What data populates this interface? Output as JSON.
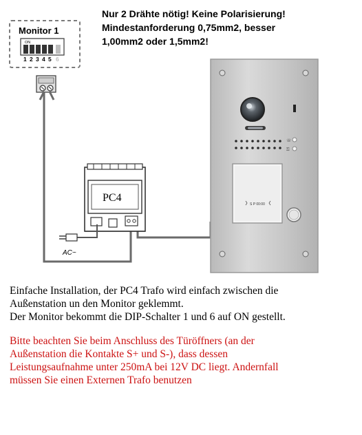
{
  "headline": {
    "line1": "Nur 2 Drähte nötig! Keine Polarisierung!",
    "line2": "Mindestanforderung 0,75mm2, besser",
    "line3": "1,00mm2 oder 1,5mm2!"
  },
  "monitor": {
    "title": "Monitor 1",
    "dip_on_label": "ON",
    "dip_numbers": [
      "1",
      "2",
      "3",
      "4",
      "5",
      "6"
    ]
  },
  "pc4": {
    "label": "PC4"
  },
  "ac_label": "AC~",
  "panel": {
    "nameplate_label": "S P 00:00"
  },
  "instructions": {
    "line1": "Einfache Installation, der PC4 Trafo wird einfach zwischen die",
    "line2": "Außenstation un den Monitor geklemmt.",
    "line3": "Der Monitor bekommt die DIP-Schalter 1 und 6 auf ON gestellt."
  },
  "warning": {
    "line1": "Bitte beachten Sie beim Anschluss des Türöffners (an der",
    "line2": "Außenstation die Kontakte S+ und S-), dass dessen",
    "line3": "Leistungsaufnahme unter 250mA bei 12V DC liegt. Andernfall",
    "line4": "müssen Sie einen Externen Trafo benutzen"
  },
  "colors": {
    "warning_text": "#cc1111",
    "wire": "#6a6a6a",
    "panel": "#c9c9c9"
  }
}
